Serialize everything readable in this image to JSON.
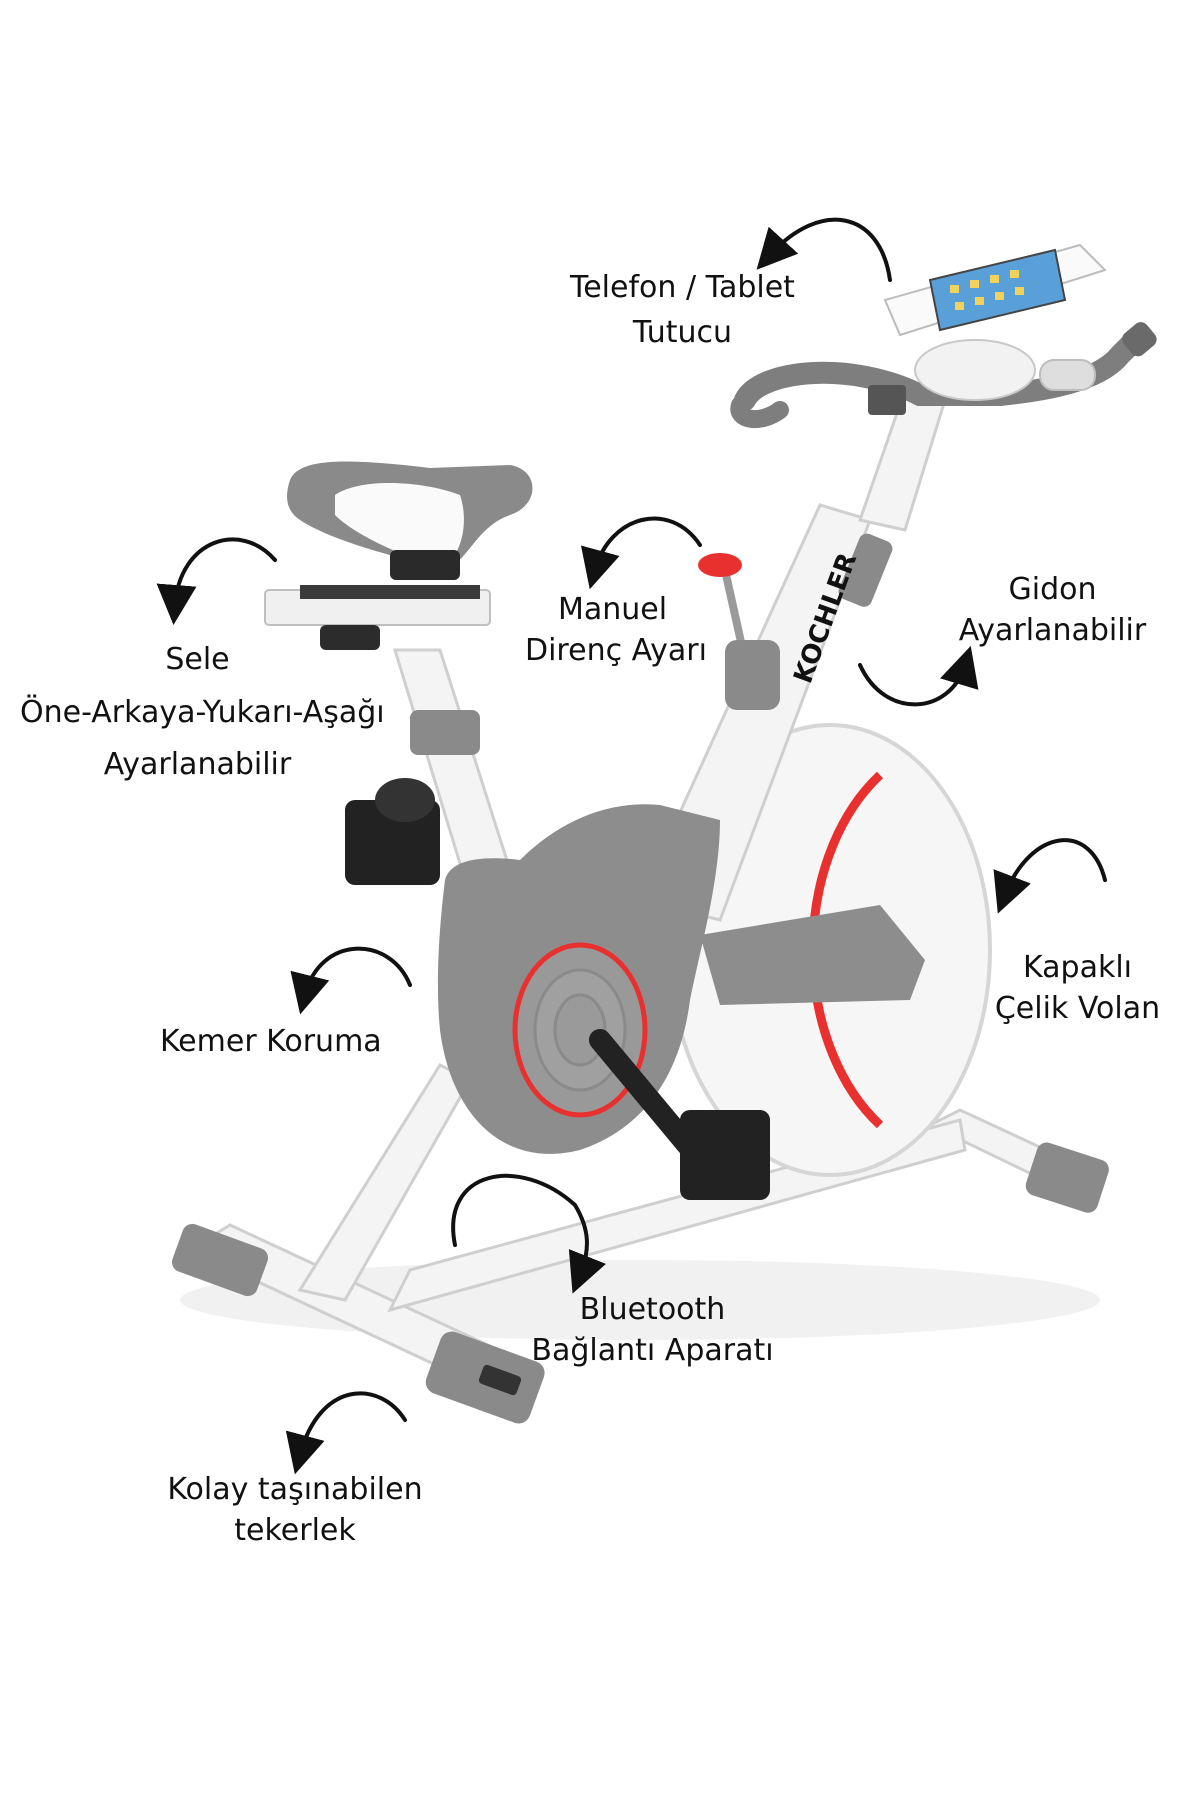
{
  "brand": {
    "logo_text": "KOCHLER"
  },
  "colors": {
    "accent": "#e8312f",
    "frame": "#f3f3f3",
    "plastic": "#8f8f8f",
    "ink": "#111111"
  },
  "labels": {
    "phone_holder": {
      "line1": "Telefon / Tablet",
      "line2": "Tutucu"
    },
    "seat": {
      "line1": "Sele",
      "line2": "Öne-Arkaya-Yukarı-Aşağı",
      "line3": "Ayarlanabilir"
    },
    "resistance": {
      "line1": "Manuel",
      "line2": "Direnç Ayarı"
    },
    "handlebar": {
      "line1": "Gidon",
      "line2": "Ayarlanabilir"
    },
    "flywheel": {
      "line1": "Kapaklı",
      "line2": "Çelik Volan"
    },
    "belt_guard": {
      "line1": "Kemer Koruma"
    },
    "bluetooth": {
      "line1": "Bluetooth",
      "line2": "Bağlantı Aparatı"
    },
    "wheels": {
      "line1": "Kolay taşınabilen",
      "line2": "tekerlek"
    }
  }
}
